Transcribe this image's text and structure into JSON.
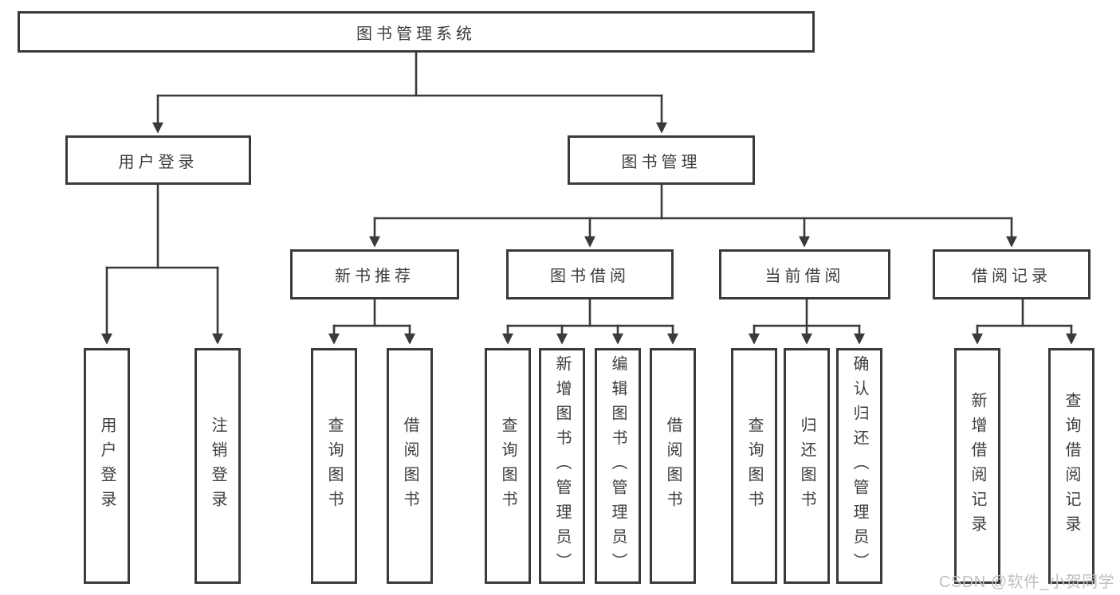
{
  "diagram": {
    "root": {
      "label": "图书管理系统"
    },
    "level2": [
      {
        "label": "用户登录",
        "children": [
          {
            "label": "用户登录"
          },
          {
            "label": "注销登录"
          }
        ]
      },
      {
        "label": "图书管理",
        "children": [
          {
            "label": "新书推荐",
            "children": [
              {
                "label": "查询图书"
              },
              {
                "label": "借阅图书"
              }
            ]
          },
          {
            "label": "图书借阅",
            "children": [
              {
                "label": "查询图书"
              },
              {
                "label": "新增图书（管理员）"
              },
              {
                "label": "编辑图书（管理员）"
              },
              {
                "label": "借阅图书"
              }
            ]
          },
          {
            "label": "当前借阅",
            "children": [
              {
                "label": "查询图书"
              },
              {
                "label": "归还图书"
              },
              {
                "label": "确认归还（管理员）"
              }
            ]
          },
          {
            "label": "借阅记录",
            "children": [
              {
                "label": "新增借阅记录"
              },
              {
                "label": "查询借阅记录"
              }
            ]
          }
        ]
      }
    ]
  },
  "watermark": {
    "text": "CSDN @软件_小贺同学"
  },
  "colors": {
    "line": "#3a3a3a",
    "text": "#3d3d3d",
    "watermark": "#bfbfbf",
    "background": "#ffffff"
  }
}
